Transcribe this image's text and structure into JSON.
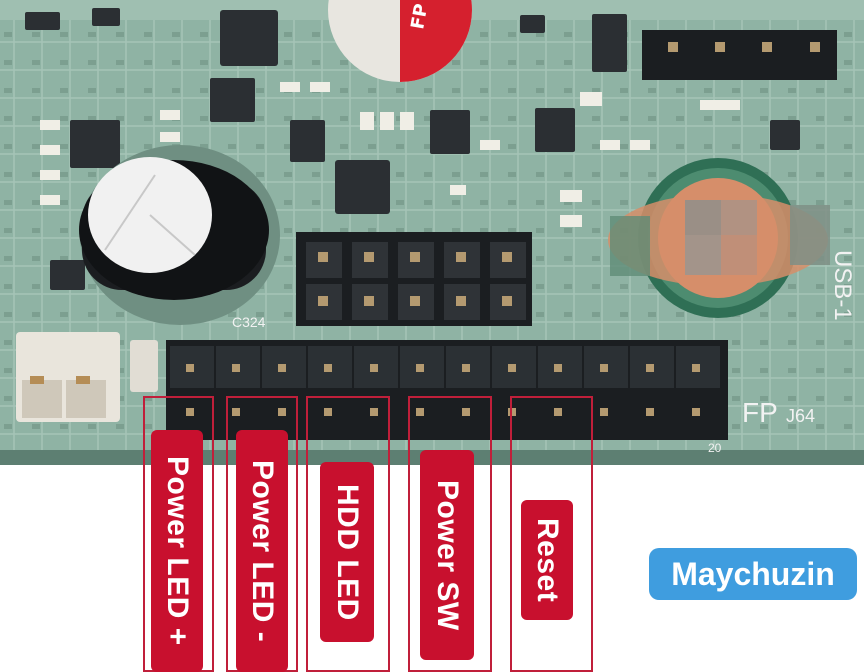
{
  "board": {
    "silkscreen": {
      "header_label": "FP",
      "header_id": "J64",
      "usb_label": "USB-1",
      "pin_number": "20",
      "cap_label": "C324"
    },
    "colors": {
      "pcb": "#8fb3a4",
      "pcb_dark": "#4f6f62",
      "pin_header": "#1f2327",
      "pin": "#b49a70",
      "coin_cell": "#d68e6a",
      "label_red": "#c8102e"
    }
  },
  "labels": [
    {
      "text": "Power LED +"
    },
    {
      "text": "Power LED -"
    },
    {
      "text": "HDD LED"
    },
    {
      "text": "Power SW"
    },
    {
      "text": "Reset"
    }
  ],
  "watermark": {
    "text": "Maychuzin"
  }
}
